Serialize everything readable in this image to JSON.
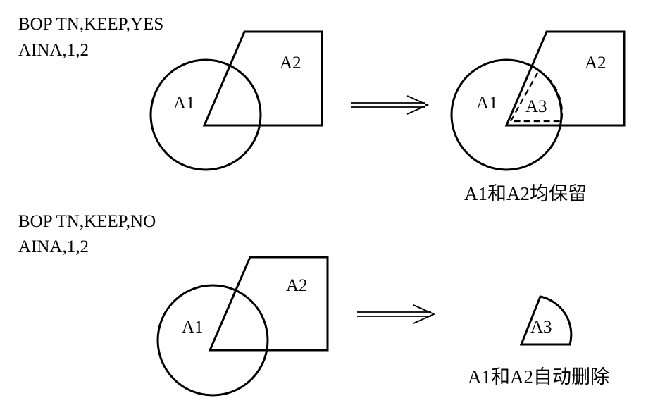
{
  "top": {
    "command_line1": "BOP TN,KEEP,YES",
    "command_line2": "AINA,1,2",
    "before": {
      "label_a1": "A1",
      "label_a2": "A2"
    },
    "after": {
      "label_a1": "A1",
      "label_a2": "A2",
      "label_a3": "A3"
    },
    "caption": "A1和A2均保留"
  },
  "bottom": {
    "command_line1": "BOP TN,KEEP,NO",
    "command_line2": "AINA,1,2",
    "before": {
      "label_a1": "A1",
      "label_a2": "A2"
    },
    "after": {
      "label_a3": "A3"
    },
    "caption": "A1和A2自动删除"
  },
  "arrow_icon": "double-right-arrow-icon",
  "line_color": "#000000"
}
